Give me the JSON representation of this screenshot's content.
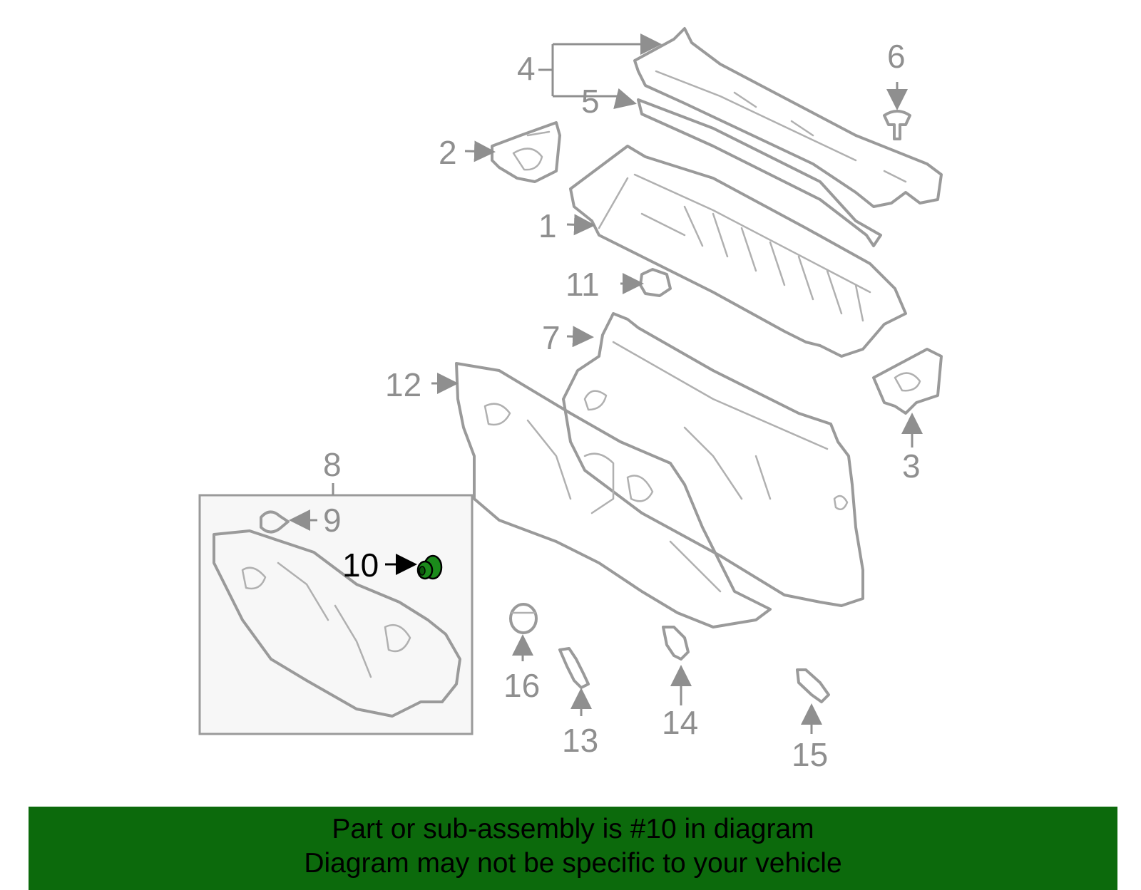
{
  "diagram": {
    "callouts": [
      "1",
      "2",
      "3",
      "4",
      "5",
      "6",
      "7",
      "8",
      "9",
      "10",
      "11",
      "12",
      "13",
      "14",
      "15",
      "16"
    ],
    "highlighted": "10",
    "colors": {
      "highlight_part": "#1b8a1b",
      "banner": "#0c6a0c",
      "line": "#9a9a9a"
    }
  },
  "banner": {
    "line1": "Part or sub-assembly is #10 in diagram",
    "line2": "Diagram may not be specific to your vehicle"
  }
}
